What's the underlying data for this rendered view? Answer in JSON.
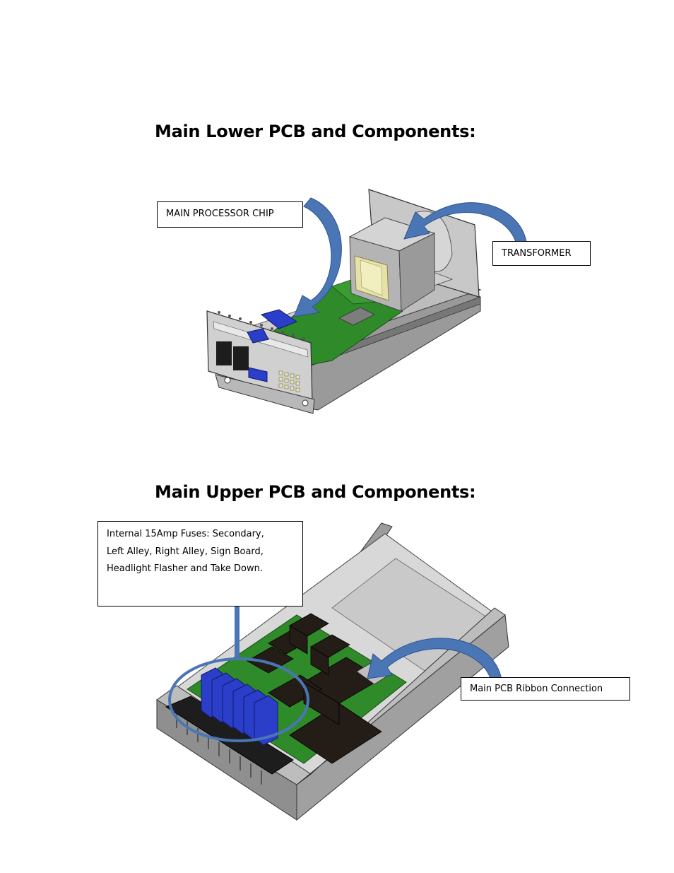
{
  "sections": [
    {
      "heading": "Main Lower PCB and Components:",
      "callouts": {
        "processor": "MAIN PROCESSOR CHIP",
        "transformer": "TRANSFORMER"
      }
    },
    {
      "heading": "Main Upper PCB and Components:",
      "callouts": {
        "fuses": [
          "Internal 15Amp Fuses: Secondary,",
          "Left Alley, Right Alley, Sign Board,",
          "Headlight Flasher and Take Down."
        ],
        "ribbon": "Main PCB Ribbon Connection"
      }
    }
  ],
  "colors": {
    "arrow": "#4a76b6",
    "pcb": "#2f8a2a",
    "fuse": "#2b3ec9",
    "housing": "#a8a8a8"
  }
}
